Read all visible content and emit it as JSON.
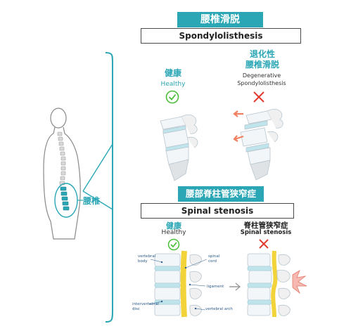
{
  "top": {
    "title_cn": "腰椎滑脱",
    "title_en": "Spondylolisthesis",
    "healthy_cn": "健康",
    "healthy_en": "Healthy",
    "degen_cn_line1": "退化性",
    "degen_cn_line2": "腰椎滑脱",
    "degen_en_line1": "Degenerative",
    "degen_en_line2": "Spondylolisthesis"
  },
  "side": {
    "label": "腰椎"
  },
  "bottom": {
    "title_cn": "腰部脊柱管狭窄症",
    "title_en": "Spinal stenosis",
    "healthy_cn": "健康",
    "healthy_en": "Healthy",
    "stenosis_cn": "脊柱管狭窄症",
    "stenosis_en": "Spinal stenosis",
    "labels": {
      "vertebral_body_1": "vertebral",
      "vertebral_body_2": "body",
      "spinal_cord_1": "spinal",
      "spinal_cord_2": "cord",
      "ligament": "ligament",
      "intervertebral_1": "intervertebral",
      "intervertebral_2": "disc",
      "vertebral_arch": "vertebral arch"
    }
  },
  "colors": {
    "teal": "#2aa6b5",
    "check_green": "#4cbf3a",
    "cross_red": "#e23b2e",
    "arrow_orange": "#f08060"
  },
  "icons": [
    "check-icon",
    "cross-icon",
    "body-silhouette-icon"
  ]
}
